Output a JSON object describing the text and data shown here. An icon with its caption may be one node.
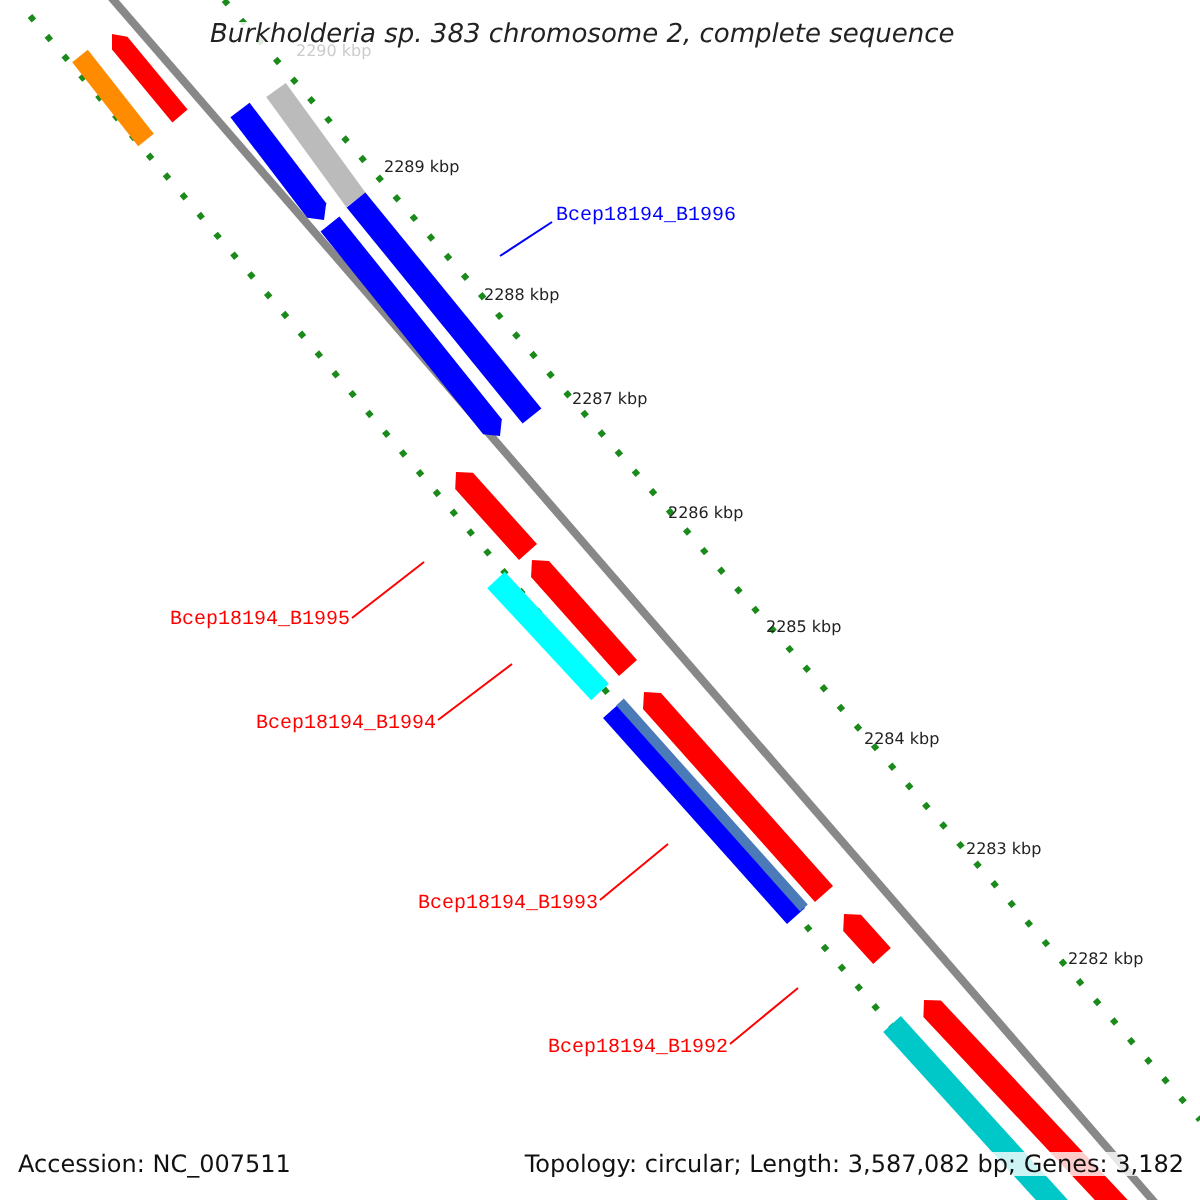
{
  "diagram": {
    "title": "Burkholderia sp. 383 chromosome 2, complete sequence",
    "nodes": [
      {
        "text": [
          "Bcep18194_B1996"
        ]
      },
      {
        "text": [
          "Bcep18194_B1995"
        ]
      },
      {
        "text": [
          "Bcep18194_B1994"
        ]
      },
      {
        "text": [
          "Bcep18194_B1993"
        ]
      },
      {
        "text": [
          "Bcep18194_B1992"
        ]
      }
    ],
    "edges": [
      {
        "from": 0,
        "to": null,
        "arrow": "none",
        "color": "#0000ff"
      },
      {
        "from": 1,
        "to": null,
        "arrow": "none"
      },
      {
        "from": 2,
        "to": null,
        "arrow": "none"
      },
      {
        "from": 3,
        "to": null,
        "arrow": "none"
      },
      {
        "from": 4,
        "to": null,
        "arrow": "none"
      }
    ],
    "labels": [
      "2290 kbp",
      "2289 kbp",
      "2288 kbp",
      "2287 kbp",
      "2286 kbp",
      "2285 kbp",
      "2284 kbp",
      "2283 kbp",
      "2282 kbp",
      "Accession: NC_007511",
      "Topology: circular; Length: 3,587,082 bp; Genes: 3,182"
    ]
  }
}
